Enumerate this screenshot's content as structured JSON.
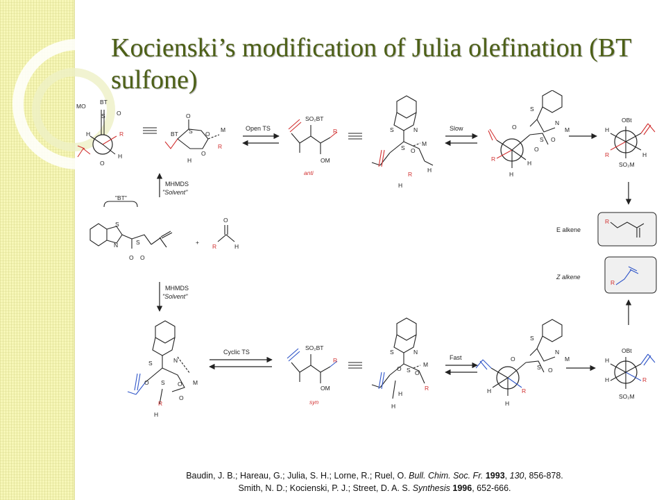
{
  "title": "Kocienski’s modification of Julia olefination (BT sulfone)",
  "colors": {
    "accent_red": "#d12f2f",
    "accent_blue": "#2f55c8",
    "title_green": "#4d6017",
    "band": "#f7f7b8"
  },
  "scheme": {
    "reagent_brace": "\"BT\"",
    "plus": "+",
    "conditions": {
      "top_reagent": "MHMDS",
      "top_solvent": "\"Solvent\"",
      "bottom_reagent": "MHMDS",
      "bottom_solvent": "\"Solvent\""
    },
    "pathway_labels": {
      "open_ts": "Open TS",
      "cyclic_ts": "Cyclic TS",
      "slow": "Slow",
      "fast": "Fast"
    },
    "stereo_labels": {
      "anti": "anti",
      "syn": "syn"
    },
    "products": {
      "e_alkene": "E alkene",
      "z_alkene": "Z alkene"
    },
    "atoms": {
      "mo": "MO",
      "bt": "BT",
      "s": "S",
      "o": "O",
      "n": "N",
      "m": "M",
      "h": "H",
      "r": "R",
      "so2bt": "SO₂BT",
      "om": "OM",
      "obt": "OBt",
      "so2m": "SO₂M"
    }
  },
  "references": [
    {
      "authors": "Baudin, J. B.; Hareau, G.; Julia, S. H.; Lorne, R.; Ruel, O.",
      "journal": "Bull. Chim. Soc. Fr.",
      "year": "1993",
      "volume": "130",
      "pages": "856-878."
    },
    {
      "authors": "Smith, N. D.; Kocienski, P. J.; Street, D. A. S.",
      "journal": "Synthesis",
      "year": "1996",
      "pages": "652-666."
    }
  ]
}
